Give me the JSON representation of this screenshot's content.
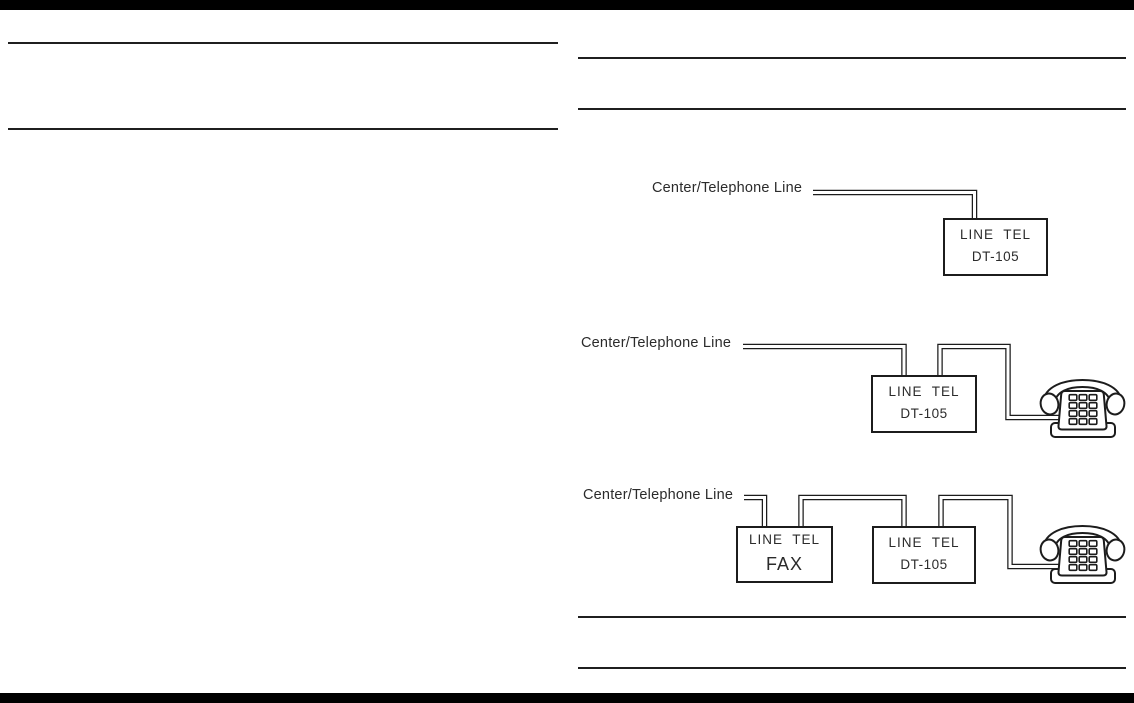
{
  "document": {
    "colors": {
      "edge_bar": "#000000",
      "rule": "#1f1f1f",
      "ink": "#2b2b2b"
    },
    "diagrams": [
      {
        "id": "direct-connection",
        "label": "Center/Telephone Line",
        "boxes": [
          {
            "line1": "LINE  TEL",
            "line2": "DT-105"
          }
        ],
        "phone": null
      },
      {
        "id": "connection-with-telephone",
        "label": "Center/Telephone Line",
        "boxes": [
          {
            "line1": "LINE  TEL",
            "line2": "DT-105"
          }
        ],
        "phone": "telephone-icon"
      },
      {
        "id": "connection-with-fax-and-telephone",
        "label": "Center/Telephone Line",
        "boxes": [
          {
            "line1": "LINE  TEL",
            "line2": "FAX"
          },
          {
            "line1": "LINE  TEL",
            "line2": "DT-105"
          }
        ],
        "phone": "telephone-icon"
      }
    ]
  }
}
